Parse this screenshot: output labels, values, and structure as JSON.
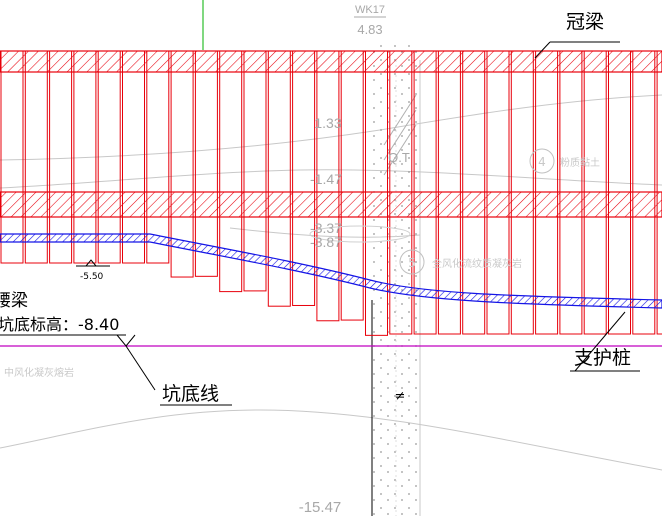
{
  "drawing": {
    "well_label": "WK17",
    "well_top_elev": "4.83",
    "elevations": [
      "1.33",
      "-1.47",
      "-3.37",
      "-3.87",
      "-15.47"
    ],
    "layer_code": "Q.T",
    "layers": [
      {
        "index": "4",
        "name": "粉质黏土"
      },
      {
        "index": "5",
        "name": "全风化流纹质凝灰岩"
      }
    ],
    "layer_lower_name": "中风化凝灰熔岩",
    "callouts": {
      "capping_beam": "冠梁",
      "waist_beam": "腰梁",
      "pit_bottom_line": "坑底线",
      "support_pile": "支护桩"
    },
    "pit_bottom_elev_text": "坑底标高：-8.40",
    "local_elev_mark": "-5.50",
    "borehole_sign": "≠",
    "colors": {
      "pile": "#e8000b",
      "beam_hatch": "#e8000b",
      "retaining_band": "#1515e6",
      "pit_line": "#c000c0",
      "annotation": "#000000",
      "geology": "#b8b8b8",
      "axis_green": "#00b000"
    }
  }
}
